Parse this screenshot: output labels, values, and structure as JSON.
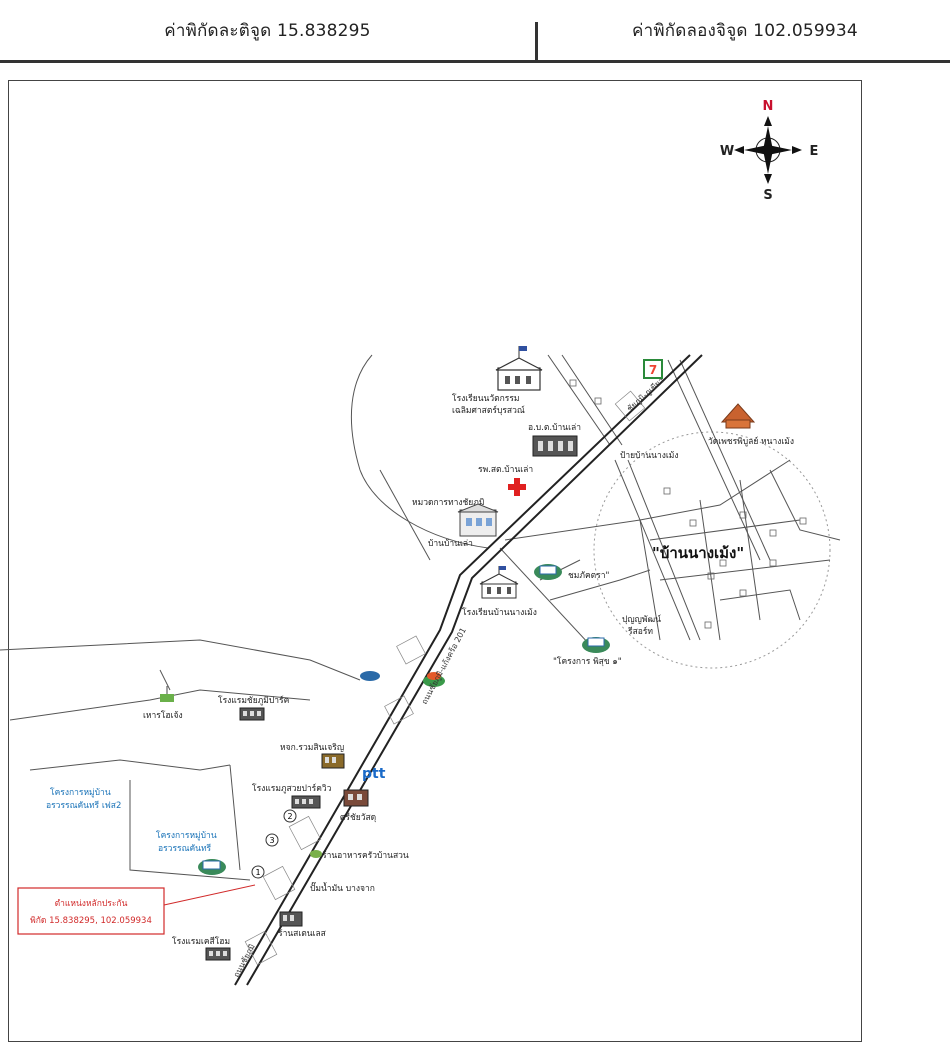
{
  "header": {
    "latitude": "ค่าพิกัดละติจูด 15.838295",
    "longitude": "ค่าพิกัดลองจิจูด 102.059934"
  },
  "compass": {
    "n": "N",
    "s": "S",
    "e": "E",
    "w": "W"
  },
  "map": {
    "village_name": "\"บ้านนางเม้ง\"",
    "labels": {
      "school_top": "โรงเรียนนวัตกรรม",
      "school_top_2": "เฉลิมศาสตร์บุรสวณ์",
      "obt": "อ.บ.ต.บ้านเล่า",
      "hospital": "รพ.สต.บ้านเล่า",
      "land_office": "หมวดการทางชัยภูมิ",
      "land_office_2": "บ้านบ้านเล่า",
      "sign": "ป้ายบ้านนางเม้ง",
      "temple": "วัดเพชรพิบูลย์ หนางเม้ง",
      "school_mid": "โรงเรียนบ้านนางเม้ง",
      "project_a": "ชมภัคตรา\"",
      "punyaphan": "ปุญญพัฒน์",
      "punyaphan_2": "รีสอร์ท",
      "project_b": "\"โครงการ พิสุข ๑\"",
      "hotel_chaiyaphum": "โรงแรมชัยภูมิปาร์ค",
      "restaurant": "เหารโฮเจ้ง",
      "shop_ruam": "หจก.รวมสินเจริญ",
      "hotel_phusuai": "โรงแรมภูสวยปาร์ควิว",
      "sri_chai": "ศรีชัยวัสดุ",
      "village_phase2": "โครงการหมู่บ้าน",
      "village_phase2_2": "อรวรรณคันทรี เฟส2",
      "village_a": "โครงการหมู่บ้าน",
      "village_a_2": "อรวรรณคันทรี",
      "restaurant_garden": "ร้านอาหารครัวบ้านสวน",
      "gas_station": "ปั๊มน้ำมัน บางจาก",
      "hotel_kasi": "โรงแรมเคสีโฮม",
      "steak": "ร้านสเตนเลส",
      "ptt": "ptt",
      "road_main": "ถนนชัยภูมิ-แก้งคร้อ 201",
      "road_top": "ชัยภูมิ-ภูเขียว",
      "road_bottom": "ถนนชัยภูมิ",
      "marker1": "1",
      "marker2": "2",
      "marker3": "3"
    },
    "location_box": {
      "title": "ตำแหน่งหลักประกัน",
      "coords": "พิกัด 15.838295, 102.059934"
    }
  }
}
